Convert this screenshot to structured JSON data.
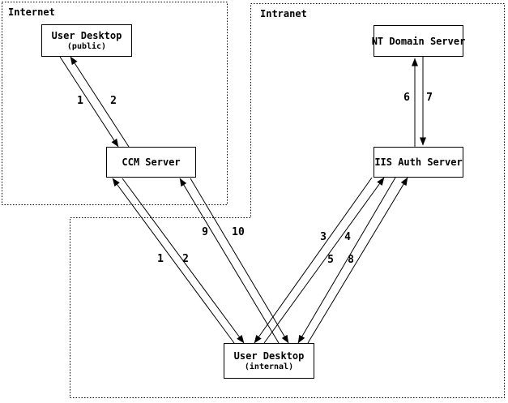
{
  "diagram": {
    "zones": {
      "internet": {
        "label": "Internet"
      },
      "intranet": {
        "label": "Intranet"
      }
    },
    "nodes": {
      "user_desktop_public": {
        "title": "User Desktop",
        "subtitle": "(public)"
      },
      "ccm_server": {
        "title": "CCM Server"
      },
      "nt_domain_server": {
        "title": "NT Domain Server"
      },
      "iis_auth_server": {
        "title": "IIS Auth Server"
      },
      "user_desktop_internal": {
        "title": "User Desktop",
        "subtitle": "(internal)"
      }
    },
    "step_labels": {
      "public_1": "1",
      "public_2": "2",
      "internal_ccm_1": "1",
      "internal_ccm_2": "2",
      "internal_ccm_9": "9",
      "internal_ccm_10": "10",
      "iis_3": "3",
      "iis_4": "4",
      "iis_5": "5",
      "iis_8": "8",
      "nt_6": "6",
      "nt_7": "7"
    },
    "connections": [
      {
        "step": "1",
        "from": "User Desktop (public)",
        "to": "CCM Server"
      },
      {
        "step": "2",
        "from": "CCM Server",
        "to": "User Desktop (public)"
      },
      {
        "step": "1",
        "from": "User Desktop (internal)",
        "to": "CCM Server"
      },
      {
        "step": "2",
        "from": "CCM Server",
        "to": "User Desktop (internal)"
      },
      {
        "step": "3",
        "from": "User Desktop (internal)",
        "to": "IIS Auth Server"
      },
      {
        "step": "4",
        "from": "IIS Auth Server",
        "to": "User Desktop (internal)"
      },
      {
        "step": "5",
        "from": "User Desktop (internal)",
        "to": "IIS Auth Server"
      },
      {
        "step": "6",
        "from": "IIS Auth Server",
        "to": "NT Domain Server"
      },
      {
        "step": "7",
        "from": "NT Domain Server",
        "to": "IIS Auth Server"
      },
      {
        "step": "8",
        "from": "IIS Auth Server",
        "to": "User Desktop (internal)"
      },
      {
        "step": "9",
        "from": "User Desktop (internal)",
        "to": "CCM Server"
      },
      {
        "step": "10",
        "from": "CCM Server",
        "to": "User Desktop (internal)"
      }
    ],
    "colors": {
      "line": "#000000",
      "background": "#ffffff"
    }
  }
}
